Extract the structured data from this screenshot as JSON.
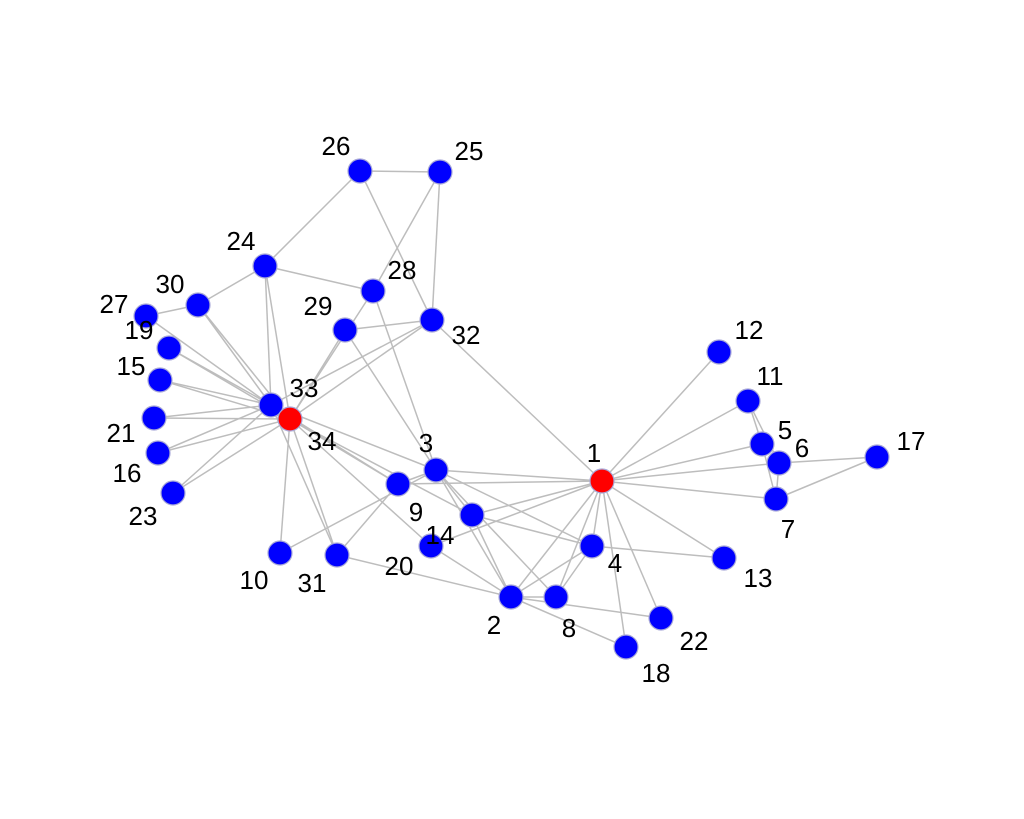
{
  "graph": {
    "colors": {
      "default": "#0000ff",
      "highlight": "#ff0000",
      "edge": "#bdbdbd"
    },
    "nodes": [
      {
        "id": "1",
        "highlight": true
      },
      {
        "id": "2"
      },
      {
        "id": "3"
      },
      {
        "id": "4"
      },
      {
        "id": "5"
      },
      {
        "id": "6"
      },
      {
        "id": "7"
      },
      {
        "id": "8"
      },
      {
        "id": "9"
      },
      {
        "id": "10"
      },
      {
        "id": "11"
      },
      {
        "id": "12"
      },
      {
        "id": "13"
      },
      {
        "id": "14"
      },
      {
        "id": "15"
      },
      {
        "id": "16"
      },
      {
        "id": "17"
      },
      {
        "id": "18"
      },
      {
        "id": "19"
      },
      {
        "id": "20"
      },
      {
        "id": "21"
      },
      {
        "id": "22"
      },
      {
        "id": "23"
      },
      {
        "id": "24"
      },
      {
        "id": "25"
      },
      {
        "id": "26"
      },
      {
        "id": "27"
      },
      {
        "id": "28"
      },
      {
        "id": "29"
      },
      {
        "id": "30"
      },
      {
        "id": "31"
      },
      {
        "id": "32"
      },
      {
        "id": "33"
      },
      {
        "id": "34",
        "highlight": true
      }
    ],
    "edges": [
      [
        "1",
        "2"
      ],
      [
        "1",
        "3"
      ],
      [
        "1",
        "4"
      ],
      [
        "1",
        "5"
      ],
      [
        "1",
        "6"
      ],
      [
        "1",
        "7"
      ],
      [
        "1",
        "8"
      ],
      [
        "1",
        "9"
      ],
      [
        "1",
        "11"
      ],
      [
        "1",
        "12"
      ],
      [
        "1",
        "13"
      ],
      [
        "1",
        "14"
      ],
      [
        "1",
        "18"
      ],
      [
        "1",
        "20"
      ],
      [
        "1",
        "22"
      ],
      [
        "1",
        "32"
      ],
      [
        "2",
        "3"
      ],
      [
        "2",
        "4"
      ],
      [
        "2",
        "8"
      ],
      [
        "2",
        "14"
      ],
      [
        "2",
        "18"
      ],
      [
        "2",
        "20"
      ],
      [
        "2",
        "22"
      ],
      [
        "2",
        "31"
      ],
      [
        "3",
        "4"
      ],
      [
        "3",
        "8"
      ],
      [
        "3",
        "9"
      ],
      [
        "3",
        "10"
      ],
      [
        "3",
        "14"
      ],
      [
        "3",
        "28"
      ],
      [
        "3",
        "29"
      ],
      [
        "3",
        "33"
      ],
      [
        "4",
        "8"
      ],
      [
        "4",
        "13"
      ],
      [
        "4",
        "14"
      ],
      [
        "5",
        "7"
      ],
      [
        "5",
        "11"
      ],
      [
        "6",
        "7"
      ],
      [
        "6",
        "11"
      ],
      [
        "6",
        "17"
      ],
      [
        "7",
        "17"
      ],
      [
        "9",
        "31"
      ],
      [
        "9",
        "33"
      ],
      [
        "9",
        "34"
      ],
      [
        "10",
        "34"
      ],
      [
        "14",
        "34"
      ],
      [
        "15",
        "33"
      ],
      [
        "15",
        "34"
      ],
      [
        "16",
        "33"
      ],
      [
        "16",
        "34"
      ],
      [
        "19",
        "33"
      ],
      [
        "19",
        "34"
      ],
      [
        "20",
        "34"
      ],
      [
        "21",
        "33"
      ],
      [
        "21",
        "34"
      ],
      [
        "23",
        "33"
      ],
      [
        "23",
        "34"
      ],
      [
        "24",
        "26"
      ],
      [
        "24",
        "28"
      ],
      [
        "24",
        "30"
      ],
      [
        "24",
        "33"
      ],
      [
        "24",
        "34"
      ],
      [
        "25",
        "26"
      ],
      [
        "25",
        "28"
      ],
      [
        "25",
        "32"
      ],
      [
        "26",
        "32"
      ],
      [
        "27",
        "30"
      ],
      [
        "27",
        "34"
      ],
      [
        "28",
        "34"
      ],
      [
        "29",
        "32"
      ],
      [
        "29",
        "34"
      ],
      [
        "30",
        "33"
      ],
      [
        "30",
        "34"
      ],
      [
        "31",
        "33"
      ],
      [
        "31",
        "34"
      ],
      [
        "32",
        "33"
      ],
      [
        "32",
        "34"
      ],
      [
        "33",
        "34"
      ]
    ]
  }
}
